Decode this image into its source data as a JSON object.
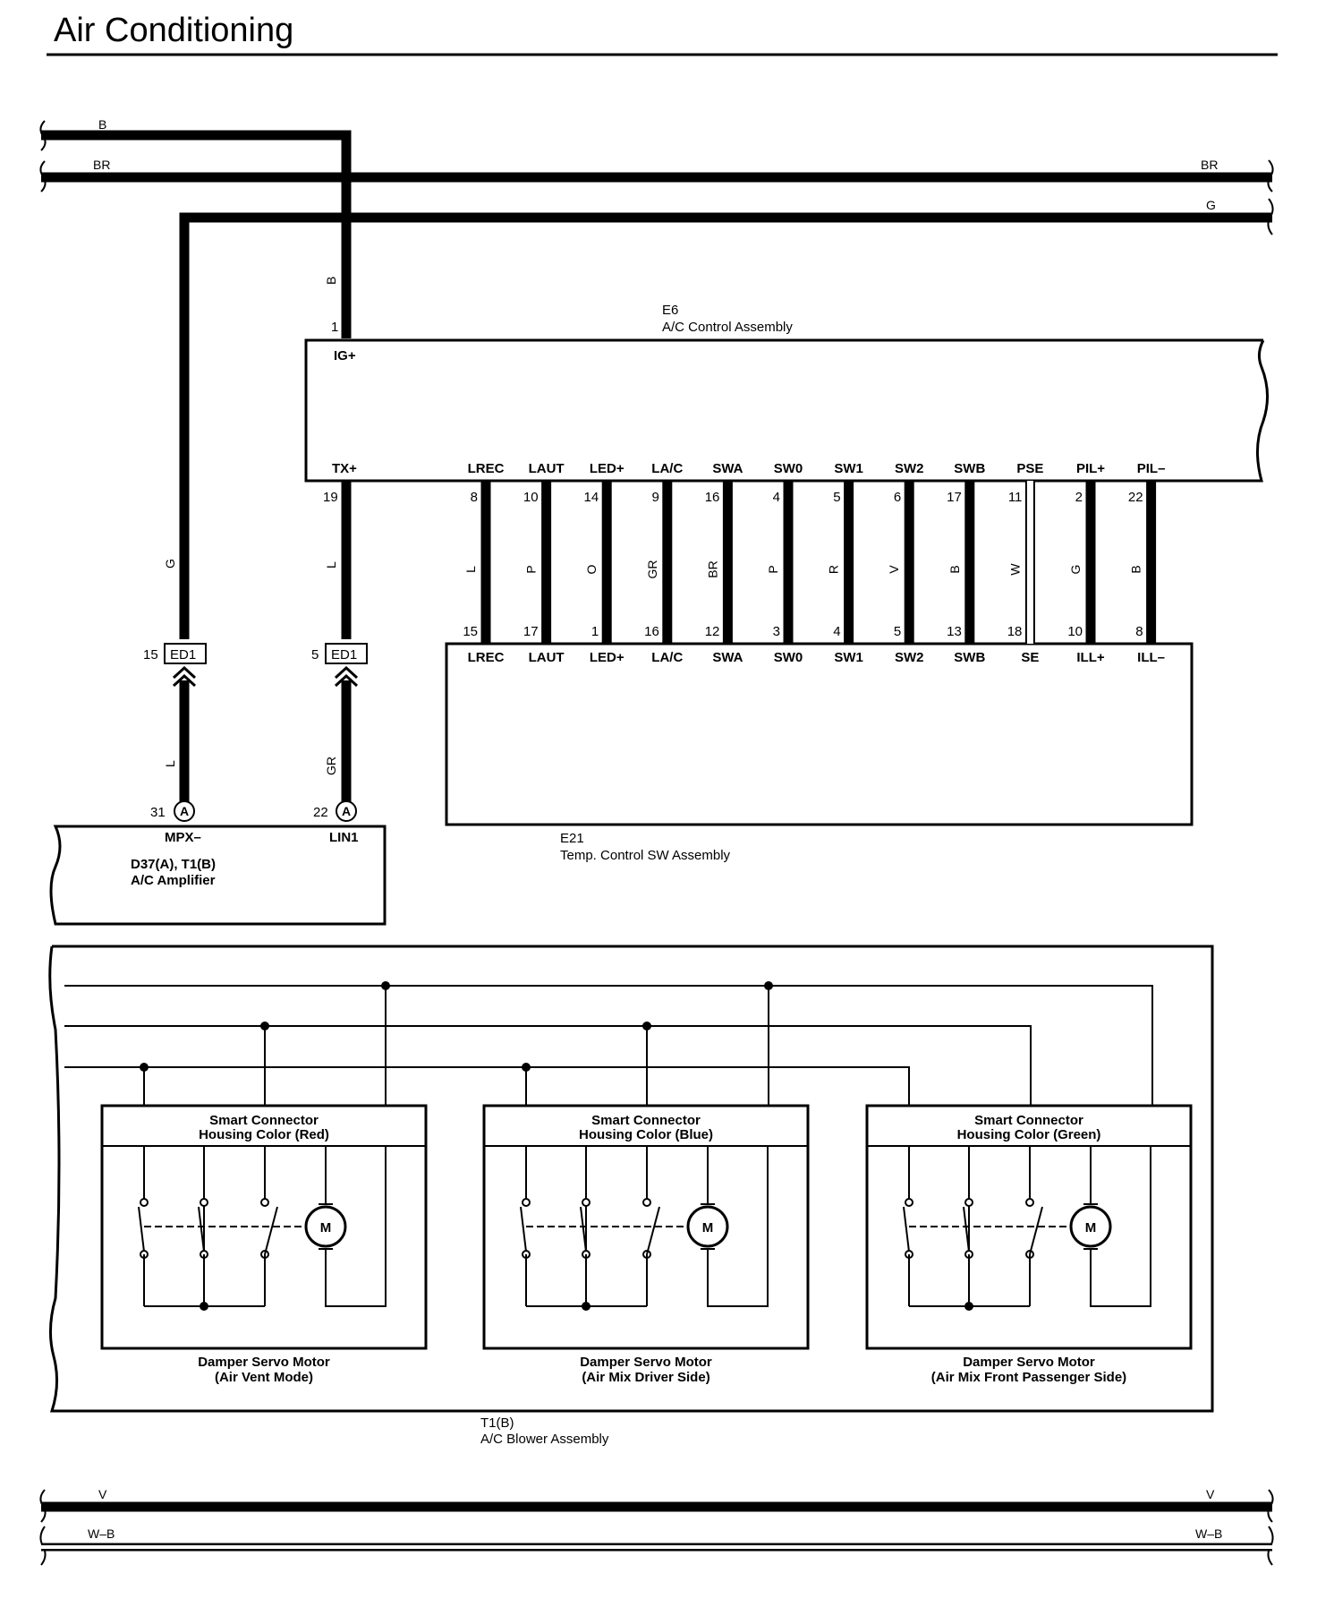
{
  "title": "Air Conditioning",
  "bus_top": {
    "b_left": "B",
    "br_left": "BR",
    "br_right": "BR",
    "g_right": "G"
  },
  "bus_bottom": {
    "v_left": "V",
    "v_right": "V",
    "wb_left": "W–B",
    "wb_right": "W–B"
  },
  "e6": {
    "code": "E6",
    "name": "A/C Control Assembly",
    "ig_pin": "1",
    "ig_label": "IG+",
    "ig_wire": "B",
    "tx_pin": "19",
    "tx_label": "TX+",
    "tx_wire": "L"
  },
  "e21": {
    "code": "E21",
    "name": "Temp.  Control SW Assembly"
  },
  "amp": {
    "code": "D37(A), T1(B)",
    "name": "A/C Amplifier",
    "mpx_pin": "31",
    "mpx_conn": "A",
    "mpx_label": "MPX–",
    "lin_pin": "22",
    "lin_conn": "A",
    "lin_label": "LIN1"
  },
  "ed1": {
    "code": "ED1",
    "left_pin": "15",
    "right_pin": "5",
    "g_wire": "G",
    "l_wire_upper": "L",
    "l_wire_lower": "L",
    "gr_wire": "GR"
  },
  "e6_e21_wires": [
    {
      "top_label": "LREC",
      "top_pin": "8",
      "wire": "L",
      "bottom_pin": "15",
      "bottom_label": "LREC"
    },
    {
      "top_label": "LAUT",
      "top_pin": "10",
      "wire": "P",
      "bottom_pin": "17",
      "bottom_label": "LAUT"
    },
    {
      "top_label": "LED+",
      "top_pin": "14",
      "wire": "O",
      "bottom_pin": "1",
      "bottom_label": "LED+"
    },
    {
      "top_label": "LA/C",
      "top_pin": "9",
      "wire": "GR",
      "bottom_pin": "16",
      "bottom_label": "LA/C"
    },
    {
      "top_label": "SWA",
      "top_pin": "16",
      "wire": "BR",
      "bottom_pin": "12",
      "bottom_label": "SWA"
    },
    {
      "top_label": "SW0",
      "top_pin": "4",
      "wire": "P",
      "bottom_pin": "3",
      "bottom_label": "SW0"
    },
    {
      "top_label": "SW1",
      "top_pin": "5",
      "wire": "R",
      "bottom_pin": "4",
      "bottom_label": "SW1"
    },
    {
      "top_label": "SW2",
      "top_pin": "6",
      "wire": "V",
      "bottom_pin": "5",
      "bottom_label": "SW2"
    },
    {
      "top_label": "SWB",
      "top_pin": "17",
      "wire": "B",
      "bottom_pin": "13",
      "bottom_label": "SWB"
    },
    {
      "top_label": "PSE",
      "top_pin": "11",
      "wire": "W",
      "bottom_pin": "18",
      "bottom_label": "SE"
    },
    {
      "top_label": "PIL+",
      "top_pin": "2",
      "wire": "G",
      "bottom_pin": "10",
      "bottom_label": "ILL+"
    },
    {
      "top_label": "PIL–",
      "top_pin": "22",
      "wire": "B",
      "bottom_pin": "8",
      "bottom_label": "ILL–"
    }
  ],
  "servos": [
    {
      "connector_line1": "Smart Connector",
      "connector_line2": "Housing Color (Red)",
      "motor_symbol": "M",
      "name_line1": "Damper Servo Motor",
      "name_line2": "(Air Vent Mode)"
    },
    {
      "connector_line1": "Smart Connector",
      "connector_line2": "Housing Color (Blue)",
      "motor_symbol": "M",
      "name_line1": "Damper Servo Motor",
      "name_line2": "(Air Mix Driver Side)"
    },
    {
      "connector_line1": "Smart Connector",
      "connector_line2": "Housing Color (Green)",
      "motor_symbol": "M",
      "name_line1": "Damper Servo Motor",
      "name_line2": "(Air Mix Front Passenger Side)"
    }
  ],
  "t1": {
    "code": "T1(B)",
    "name": "A/C Blower Assembly"
  }
}
